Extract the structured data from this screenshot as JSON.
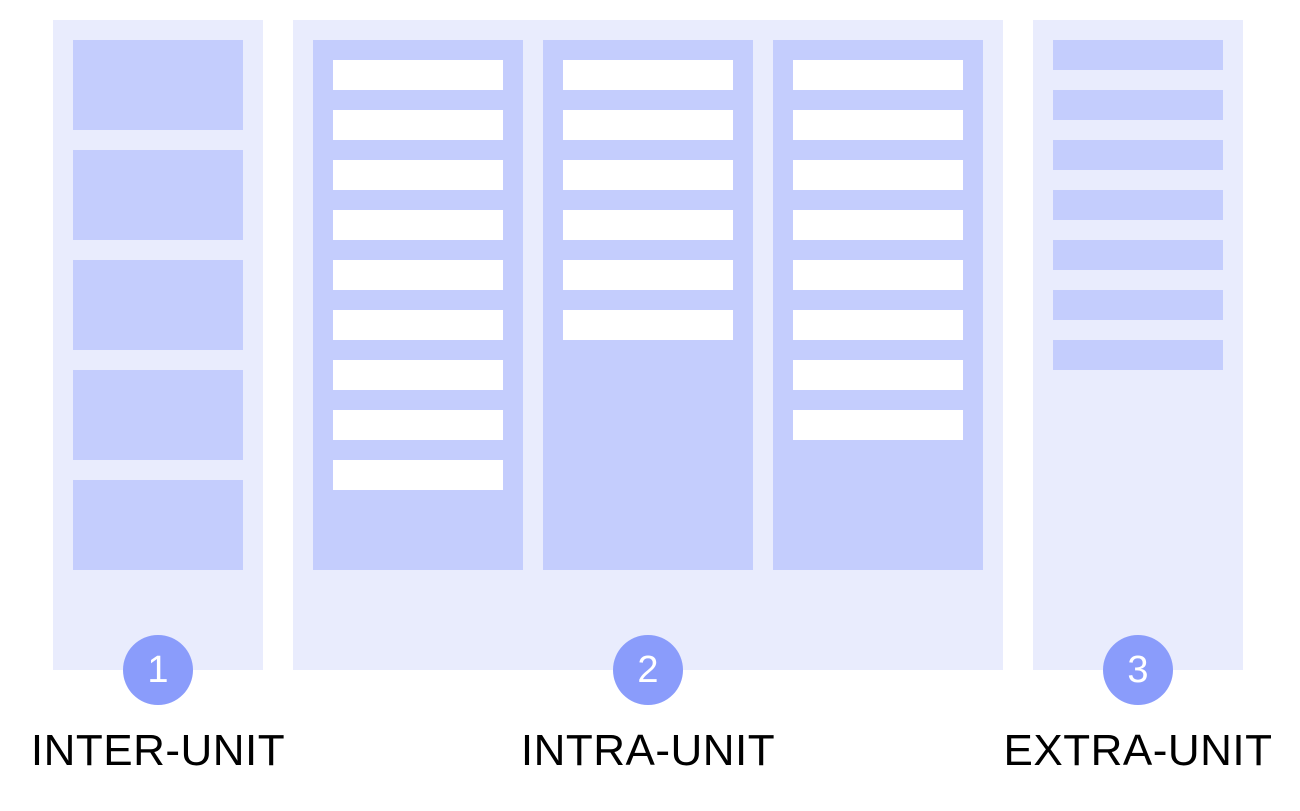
{
  "sections": [
    {
      "number": "1",
      "label": "INTER-UNIT"
    },
    {
      "number": "2",
      "label": "INTRA-UNIT"
    },
    {
      "number": "3",
      "label": "EXTRA-UNIT"
    }
  ],
  "colors": {
    "panel_background": "#e9ecfd",
    "block": "#c4cdfd",
    "row": "#ffffff",
    "badge": "#8a9cfb"
  }
}
